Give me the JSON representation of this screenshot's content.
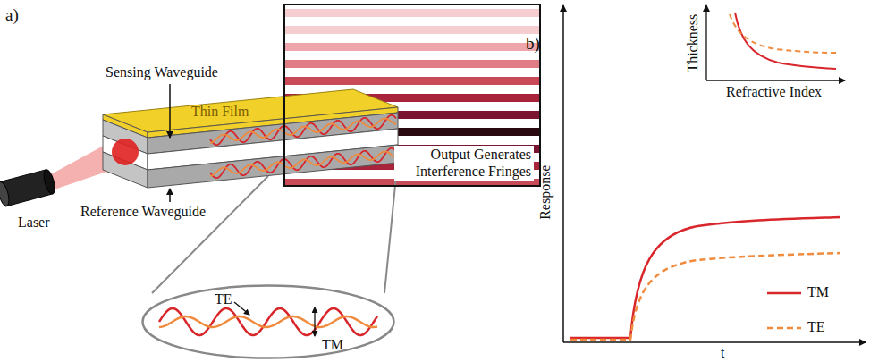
{
  "diagram": {
    "nodes": [
      {
        "text": [
          "Output Generates Interference Fringes"
        ]
      },
      {
        "text": [
          "Thin Film"
        ]
      },
      {
        "text": [
          "TE",
          "TM"
        ]
      }
    ],
    "labels": [
      "a)",
      "Laser",
      "Sensing Waveguide",
      "Reference Waveguide",
      "b)",
      "Response",
      "t",
      "Thickness",
      "Refractive Index"
    ],
    "legend": [
      {
        "text": "TM"
      },
      {
        "text": "TE"
      }
    ]
  }
}
